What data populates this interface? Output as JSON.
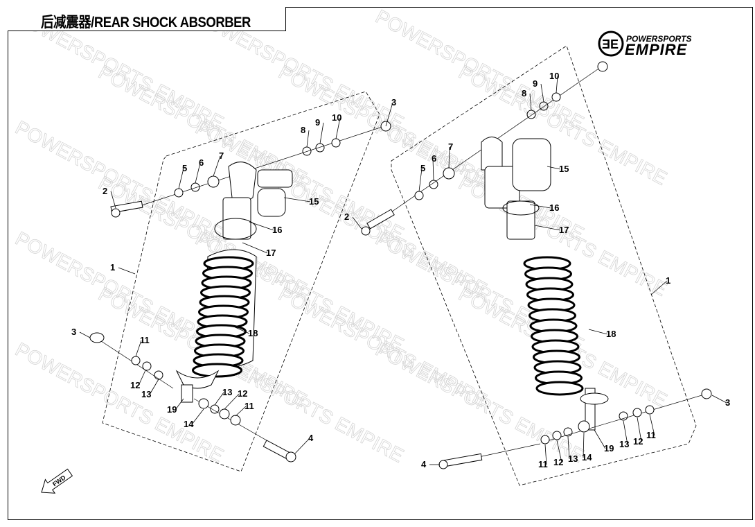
{
  "title": "后减震器/REAR SHOCK ABSORBER",
  "logo": {
    "line1": "POWERSPORTS",
    "line2": "EMPIRE"
  },
  "watermark": "POWERSPORTS EMPIRE",
  "fwd_label": "FWD",
  "left_assembly": {
    "callouts": [
      "3",
      "8",
      "9",
      "10",
      "5",
      "6",
      "7",
      "2",
      "15",
      "16",
      "17",
      "1",
      "18",
      "3",
      "11",
      "12",
      "13",
      "19",
      "14",
      "13",
      "12",
      "11",
      "4"
    ]
  },
  "right_assembly": {
    "callouts": [
      "10",
      "9",
      "8",
      "7",
      "6",
      "5",
      "2",
      "15",
      "16",
      "17",
      "1",
      "18",
      "3",
      "11",
      "12",
      "13",
      "19",
      "14",
      "13",
      "12",
      "11",
      "4"
    ]
  }
}
